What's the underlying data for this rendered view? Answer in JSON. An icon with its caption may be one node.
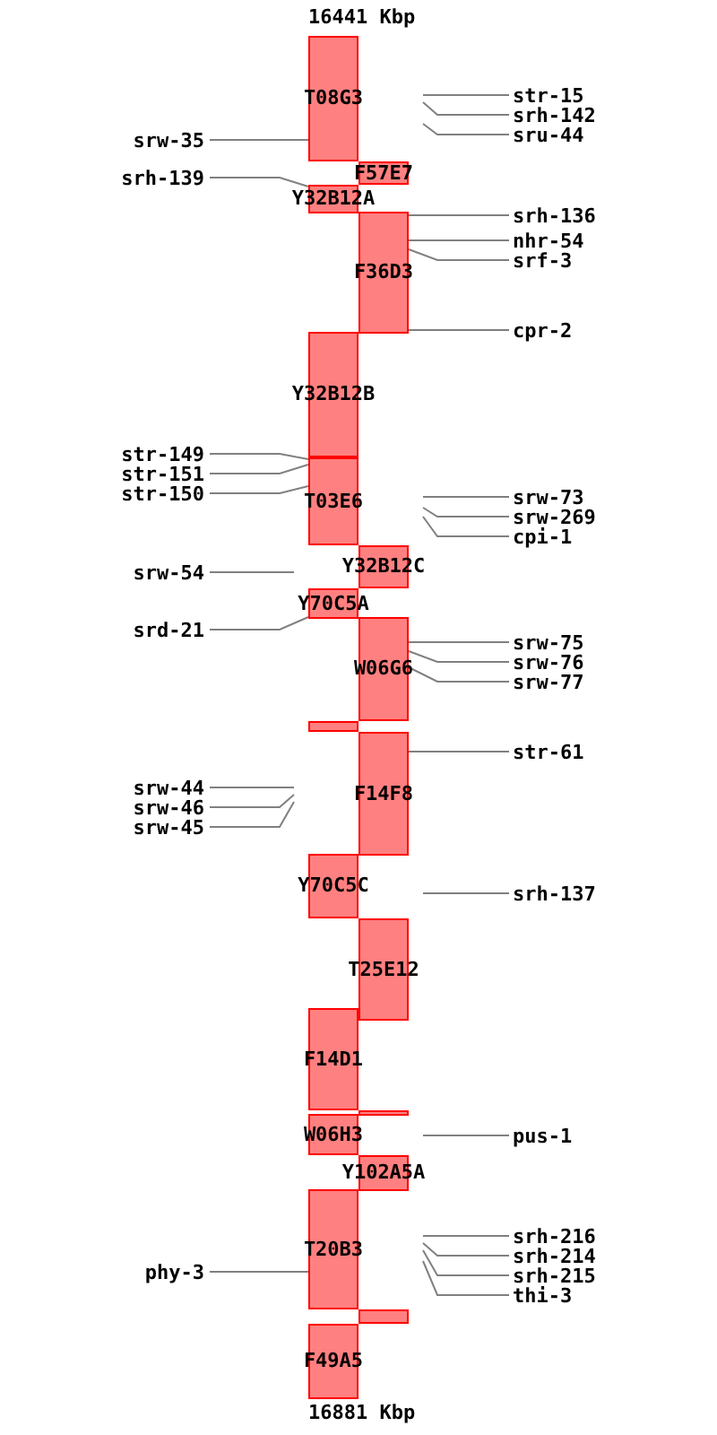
{
  "diagram": {
    "nodes": [
      {
        "text": [
          "T08G3"
        ]
      },
      {
        "text": [
          "F57E7"
        ]
      },
      {
        "text": [
          "Y32B12A"
        ]
      },
      {
        "text": [
          "F36D3"
        ]
      },
      {
        "text": [
          "Y32B12B"
        ]
      },
      {
        "text": [
          "T03E6"
        ]
      },
      {
        "text": [
          "Y32B12C"
        ]
      },
      {
        "text": [
          "Y70C5A"
        ]
      },
      {
        "text": [
          "W06G6"
        ]
      },
      {
        "text": [],
        "shape": "box"
      },
      {
        "text": [
          "F14F8"
        ]
      },
      {
        "text": [
          "Y70C5C"
        ]
      },
      {
        "text": [
          "T25E12"
        ]
      },
      {
        "text": [
          "F14D1"
        ]
      },
      {
        "text": [],
        "shape": "box"
      },
      {
        "text": [
          "W06H3"
        ]
      },
      {
        "text": [
          "Y102A5A"
        ]
      },
      {
        "text": [
          "T20B3"
        ]
      },
      {
        "text": [],
        "shape": "box"
      },
      {
        "text": [
          "F49A5"
        ]
      },
      {
        "text": [
          "str-15"
        ]
      },
      {
        "text": [
          "srh-142"
        ]
      },
      {
        "text": [
          "sru-44"
        ]
      },
      {
        "text": [
          "srw-35"
        ]
      },
      {
        "text": [
          "srh-139"
        ]
      },
      {
        "text": [
          "srh-136"
        ]
      },
      {
        "text": [
          "nhr-54"
        ]
      },
      {
        "text": [
          "srf-3"
        ]
      },
      {
        "text": [
          "cpr-2"
        ]
      },
      {
        "text": [
          "str-149"
        ]
      },
      {
        "text": [
          "str-151"
        ]
      },
      {
        "text": [
          "str-150"
        ]
      },
      {
        "text": [
          "srw-73"
        ]
      },
      {
        "text": [
          "srw-269"
        ]
      },
      {
        "text": [
          "cpi-1"
        ]
      },
      {
        "text": [
          "srw-54"
        ]
      },
      {
        "text": [
          "srd-21"
        ]
      },
      {
        "text": [
          "srw-75"
        ]
      },
      {
        "text": [
          "srw-76"
        ]
      },
      {
        "text": [
          "srw-77"
        ]
      },
      {
        "text": [
          "str-61"
        ]
      },
      {
        "text": [
          "srw-44"
        ]
      },
      {
        "text": [
          "srw-46"
        ]
      },
      {
        "text": [
          "srw-45"
        ]
      },
      {
        "text": [
          "srh-137"
        ]
      },
      {
        "text": [
          "pus-1"
        ]
      },
      {
        "text": [
          "srh-216"
        ]
      },
      {
        "text": [
          "srh-214"
        ]
      },
      {
        "text": [
          "srh-215"
        ]
      },
      {
        "text": [
          "thi-3"
        ]
      },
      {
        "text": [
          "phy-3"
        ]
      }
    ],
    "edges": [
      {
        "from": 20,
        "to": null,
        "arrow": "none"
      },
      {
        "from": 21,
        "to": null,
        "arrow": "none"
      },
      {
        "from": 22,
        "to": null,
        "arrow": "none"
      },
      {
        "from": 23,
        "to": 0,
        "arrow": "none"
      },
      {
        "from": 24,
        "to": 2,
        "arrow": "none"
      },
      {
        "from": 25,
        "to": 3,
        "arrow": "none"
      },
      {
        "from": 26,
        "to": 3,
        "arrow": "none"
      },
      {
        "from": 27,
        "to": 3,
        "arrow": "none"
      },
      {
        "from": 28,
        "to": 3,
        "arrow": "none"
      },
      {
        "from": 29,
        "to": 5,
        "arrow": "none"
      },
      {
        "from": 30,
        "to": 5,
        "arrow": "none"
      },
      {
        "from": 31,
        "to": 5,
        "arrow": "none"
      },
      {
        "from": 32,
        "to": null,
        "arrow": "none"
      },
      {
        "from": 33,
        "to": null,
        "arrow": "none"
      },
      {
        "from": 34,
        "to": null,
        "arrow": "none"
      },
      {
        "from": 35,
        "to": null,
        "arrow": "none"
      },
      {
        "from": 36,
        "to": 7,
        "arrow": "none"
      },
      {
        "from": 37,
        "to": 8,
        "arrow": "none"
      },
      {
        "from": 38,
        "to": 8,
        "arrow": "none"
      },
      {
        "from": 39,
        "to": 8,
        "arrow": "none"
      },
      {
        "from": 40,
        "to": 10,
        "arrow": "none"
      },
      {
        "from": 41,
        "to": null,
        "arrow": "none"
      },
      {
        "from": 42,
        "to": null,
        "arrow": "none"
      },
      {
        "from": 43,
        "to": null,
        "arrow": "none"
      },
      {
        "from": 44,
        "to": null,
        "arrow": "none"
      },
      {
        "from": 45,
        "to": null,
        "arrow": "none"
      },
      {
        "from": 46,
        "to": null,
        "arrow": "none"
      },
      {
        "from": 47,
        "to": null,
        "arrow": "none"
      },
      {
        "from": 48,
        "to": null,
        "arrow": "none"
      },
      {
        "from": 49,
        "to": null,
        "arrow": "none"
      },
      {
        "from": 50,
        "to": 17,
        "arrow": "none"
      }
    ],
    "labels": [
      "16441 Kbp",
      "16881 Kbp"
    ]
  }
}
